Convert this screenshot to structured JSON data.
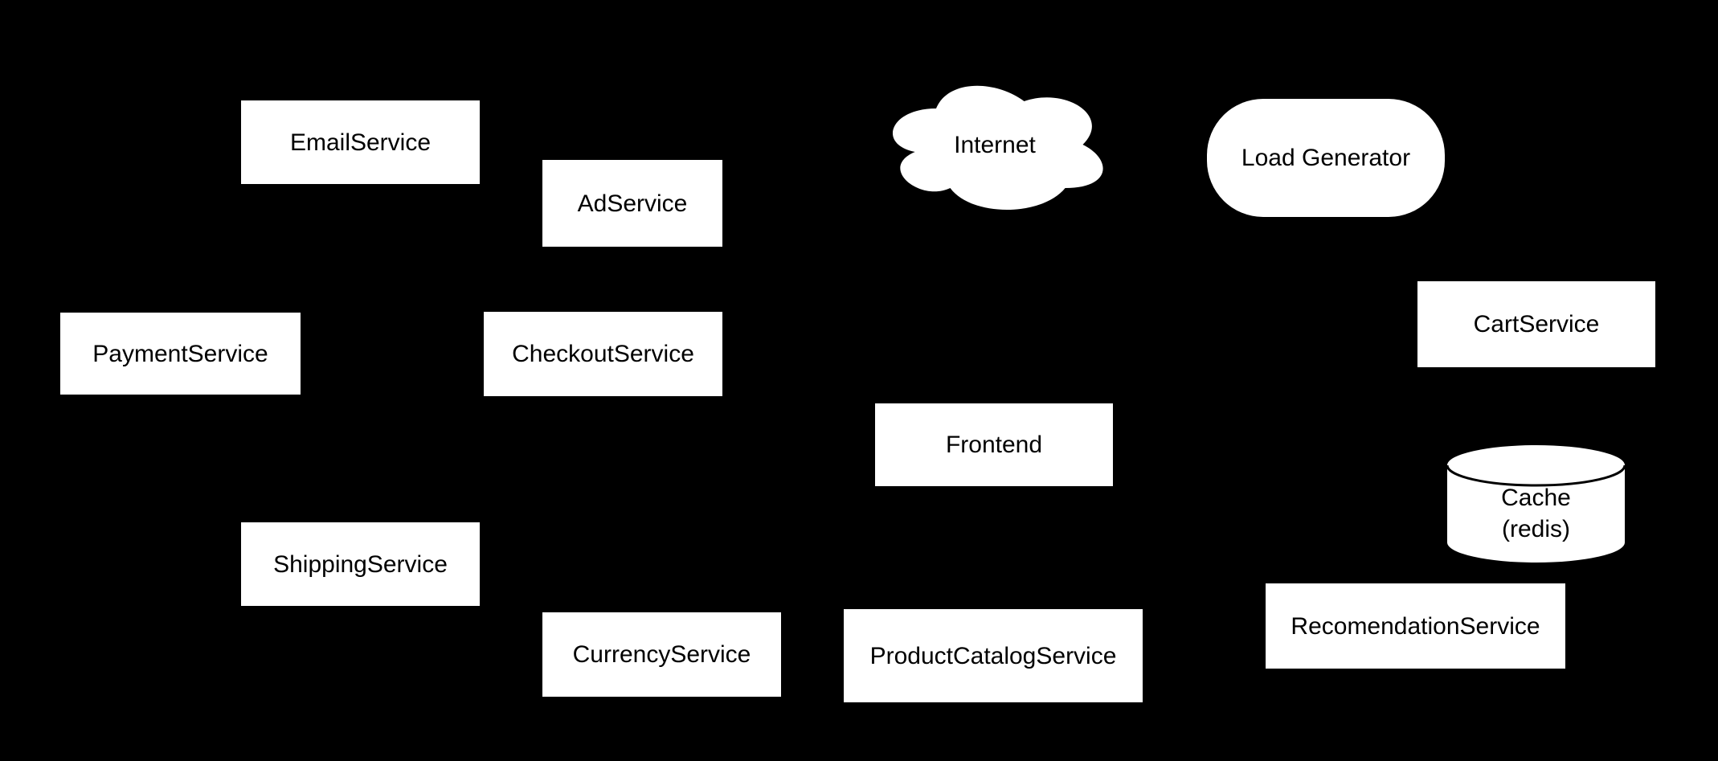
{
  "diagram": {
    "type": "microservices-architecture-diagram",
    "background_color": "#000000",
    "node_fill_color": "#ffffff",
    "node_text_color": "#000000",
    "cylinder_stroke_color": "#000000",
    "nodes": {
      "email_service": {
        "label": "EmailService",
        "shape": "rectangle"
      },
      "ad_service": {
        "label": "AdService",
        "shape": "rectangle"
      },
      "internet": {
        "label": "Internet",
        "shape": "cloud"
      },
      "load_generator": {
        "label": "Load Generator",
        "shape": "rounded-rectangle"
      },
      "payment_service": {
        "label": "PaymentService",
        "shape": "rectangle"
      },
      "checkout_service": {
        "label": "CheckoutService",
        "shape": "rectangle"
      },
      "cart_service": {
        "label": "CartService",
        "shape": "rectangle"
      },
      "frontend": {
        "label": "Frontend",
        "shape": "rectangle"
      },
      "cache_redis": {
        "label": "Cache\n(redis)",
        "shape": "cylinder"
      },
      "shipping_service": {
        "label": "ShippingService",
        "shape": "rectangle"
      },
      "currency_service": {
        "label": "CurrencyService",
        "shape": "rectangle"
      },
      "product_catalog_service": {
        "label": "ProductCatalogService",
        "shape": "rectangle"
      },
      "recomendation_service": {
        "label": "RecomendationService",
        "shape": "rectangle"
      }
    }
  }
}
